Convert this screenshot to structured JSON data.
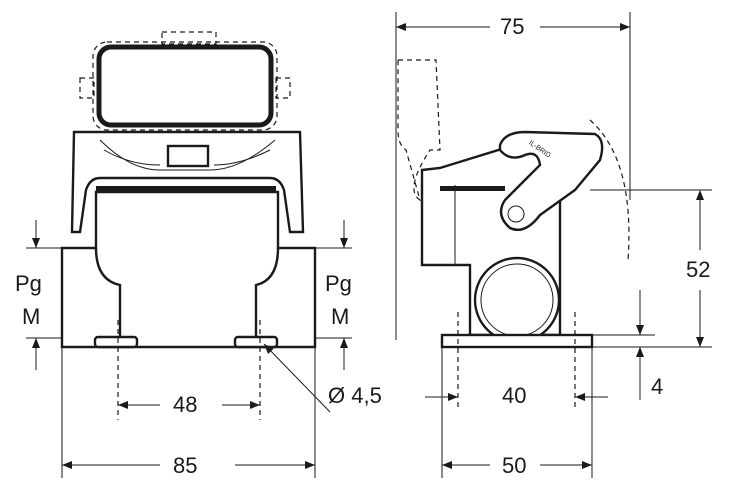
{
  "drawing": {
    "front_view": {
      "dimension_width_outer": "85",
      "dimension_hole_spacing": "48",
      "dimension_hole_diameter": "Ø 4,5",
      "left_thread_label": {
        "top": "Pg",
        "bottom": "M"
      },
      "right_thread_label": {
        "top": "Pg",
        "bottom": "M"
      }
    },
    "side_view": {
      "dimension_overall_depth": "75",
      "dimension_height": "52",
      "dimension_base_thickness": "4",
      "dimension_hole_spacing": "40",
      "dimension_base_width": "50",
      "lever_lettering": "IL-BRID"
    }
  }
}
